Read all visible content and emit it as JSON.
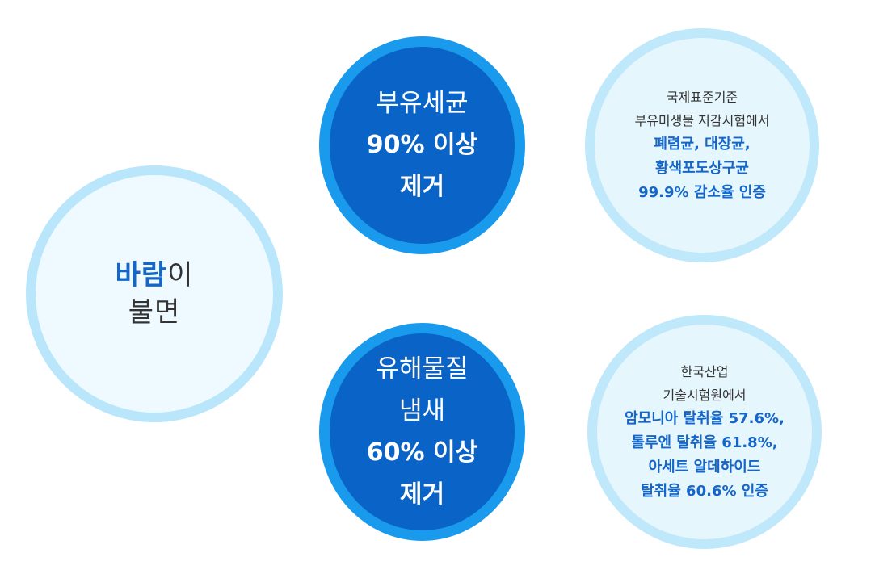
{
  "left": {
    "line1_accent": "바람",
    "line1_rest": "이",
    "line2": "불면"
  },
  "top_claim": {
    "line1": "부유세균",
    "line2": "90% 이상",
    "line3": "제거"
  },
  "top_detail": {
    "line1": "국제표준기준",
    "line2": "부유미생물 저감시험에서",
    "line3": "폐렴균, 대장균,",
    "line4": "황색포도상구균",
    "line5": "99.9% 감소율 인증"
  },
  "bottom_claim": {
    "line1": "유해물질",
    "line2": "냄새",
    "line3": "60% 이상",
    "line4": "제거"
  },
  "bottom_detail": {
    "line1": "한국산업",
    "line2": "기술시험원에서",
    "line3": "암모니아 탈취율 57.6%,",
    "line4": "톨루엔 탈취율 61.8%,",
    "line5": "아세트 알데하이드",
    "line6": "탈취율 60.6% 인증"
  },
  "colors": {
    "accent_blue": "#1466c8",
    "dark_circle": "#0a64c8",
    "dark_circle_ring": "#1a9aec",
    "light_circle": "#e6f6fd",
    "light_circle_ring": "#bfe8fb"
  }
}
